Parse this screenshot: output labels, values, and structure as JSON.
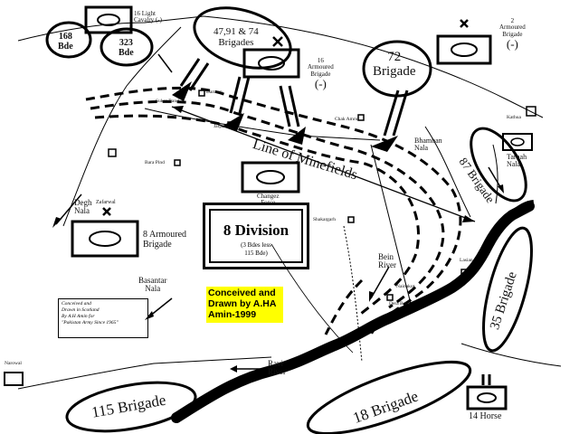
{
  "map": {
    "credit": [
      "Conceived and",
      "Drawn by A.HA",
      "Amin-1999"
    ],
    "note": [
      "Conceived and",
      "Drawn in Scotland",
      "By A.H Amin for",
      "\"Pakistan Army Since 1965\""
    ],
    "division": {
      "title": "8 Division",
      "sub1": "(3 Bdes less",
      "sub2": "115 Bde)"
    },
    "units": {
      "b168": "168",
      "b168b": "Bde",
      "b323": "323",
      "b323b": "Bde",
      "cav16": "16 Light",
      "cav16b": "Cavalry (-)",
      "b47": "47,91 & 74",
      "b47b": "Brigades",
      "arm16": "16",
      "arm16b": "Armoured",
      "arm16c": "Brigade",
      "arm16d": "(-)",
      "b72": "72",
      "b72b": "Brigade",
      "arm2": "2",
      "arm2b": "Armoured",
      "arm2c": "Brigade",
      "arm2d": "(-)",
      "b87": "87 Brigade",
      "arm8": "8 Armoured",
      "arm8b": "Brigade",
      "b35": "35 Brigade",
      "b115": "115 Brigade",
      "b18": "18 Brigade",
      "horse14": "14 Horse",
      "changez": "Changez",
      "changezb": "Force"
    },
    "features": {
      "minefields": "Line of Minefields",
      "bhamban": "Bhamban",
      "bhambanb": "Nala",
      "tarnah": "Tarnah",
      "tarnahb": "Nala",
      "degh": "Degh",
      "deghb": "Nala",
      "basantar": "Basantar",
      "basantarb": "Nala",
      "bein": "Bein",
      "beinb": "River",
      "ravi": "Ravi",
      "ravib": "River",
      "zafarwal": "Zafarwal",
      "shakargarh": "Shakargarh",
      "sukerband": "Sukar Band",
      "darman": "Darman",
      "chakamru": "Chak Amru",
      "narowal": "Narowal",
      "kathua": "Kathua",
      "lasiala": "Lasian",
      "naimakot": "Nainakot",
      "bara": "Bara Pind",
      "jarpal": "Jarpal",
      "dera": "Dera Baba"
    }
  }
}
